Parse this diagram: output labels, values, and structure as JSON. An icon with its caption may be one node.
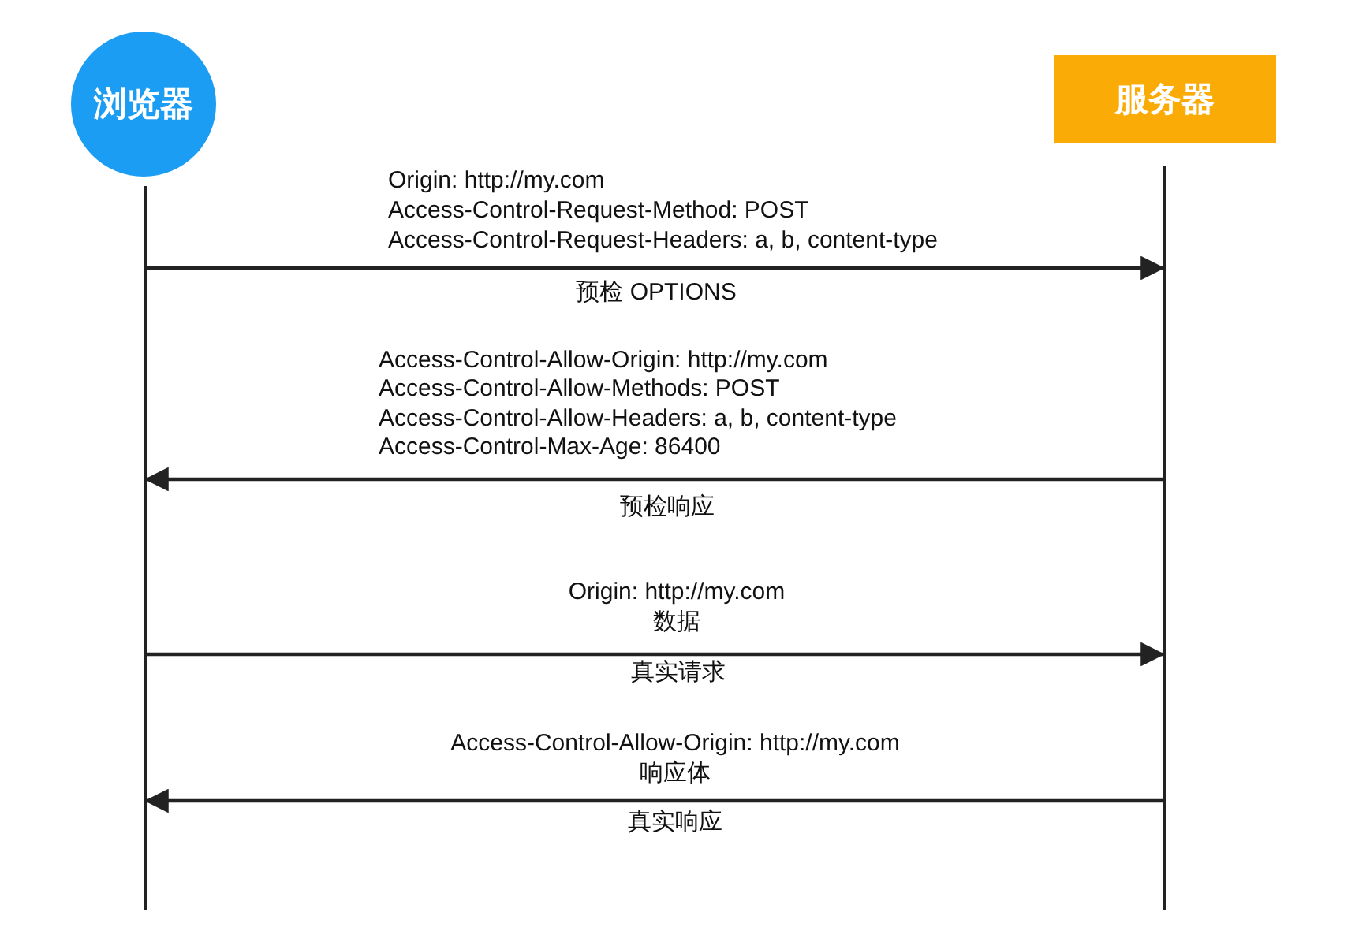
{
  "diagram": {
    "nodes": [
      {
        "text": [
          "浏览器"
        ]
      },
      {
        "text": [
          "服务器"
        ]
      },
      {
        "text": [],
        "shape": "bar"
      },
      {
        "text": [],
        "shape": "bar"
      }
    ],
    "edges": [
      {
        "from": 2,
        "to": 3,
        "arrow": "to",
        "label": "预检 OPTIONS"
      },
      {
        "from": 3,
        "to": 2,
        "arrow": "to",
        "label": "预检响应"
      },
      {
        "from": 2,
        "to": 3,
        "arrow": "to",
        "label": "真实请求"
      },
      {
        "from": 3,
        "to": 2,
        "arrow": "to",
        "label": "真实响应"
      }
    ],
    "labels": [
      "Origin: http://my.com",
      "Access-Control-Request-Method: POST",
      "Access-Control-Request-Headers: a, b, content-type",
      "Access-Control-Allow-Origin: http://my.com",
      "Access-Control-Allow-Methods: POST",
      "Access-Control-Allow-Headers: a, b, content-type",
      "Access-Control-Max-Age: 86400",
      "Origin: http://my.com",
      "数据",
      "Access-Control-Allow-Origin: http://my.com",
      "响应体"
    ]
  }
}
